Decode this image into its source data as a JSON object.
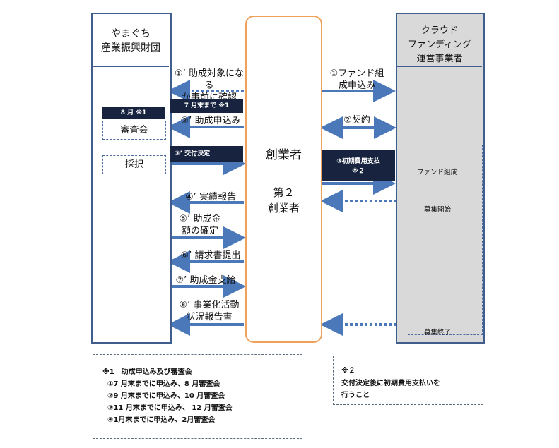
{
  "left_org": {
    "line1": "やまぐち",
    "line2": "産業振興財団"
  },
  "right_org": {
    "line1": "クラウド",
    "line2": "ファンディング",
    "line3": "運営事業者"
  },
  "center": {
    "main": "創業者",
    "sub1": "第２",
    "sub2": "創業者"
  },
  "steps": {
    "s1a": "①’ 助成対象になる",
    "s1b": "か事前に確認",
    "sf1a": "①ファンド組",
    "sf1b": "成申込み",
    "s2": "②’ 助成申込み",
    "sk2": "②契約",
    "s4": "④’ 実績報告",
    "s5a": "⑤’ 助成金",
    "s5b": "額の確定",
    "s6": "⑥’ 請求書提出",
    "s7": "⑦’ 助成金支給",
    "s8a": "⑧’ 事業化活動",
    "s8b": "状況報告書"
  },
  "tags": {
    "deadline": "7 月末まで ※1",
    "month": "8 月 ※1",
    "kofu": "③’ 交付決定",
    "initial_a": "③初期費用支払",
    "initial_b": "※２"
  },
  "left_inner": {
    "shinsa": "審査会",
    "saitaku": "採択"
  },
  "right_inner": {
    "fund": "ファンド組成",
    "start": "募集開始",
    "end": "募集終了"
  },
  "note1": {
    "title": "※1　助成申込み及び審査会",
    "items": [
      "①7 月末までに申込み、8 月審査会",
      "②9 月末までに申込み、10 月審査会",
      "③11 月末までに申込み、 12 月審査会",
      "④1月末までに申込み、2月審査会"
    ]
  },
  "note2": {
    "line1": "※２",
    "line2": "交付決定後に初期費用支払いを",
    "line3": "行うこと"
  },
  "colors": {
    "arrow": "#4a78b8",
    "frame": "#3f5e8e",
    "accent": "#f0a15c",
    "tag": "#17233f"
  }
}
